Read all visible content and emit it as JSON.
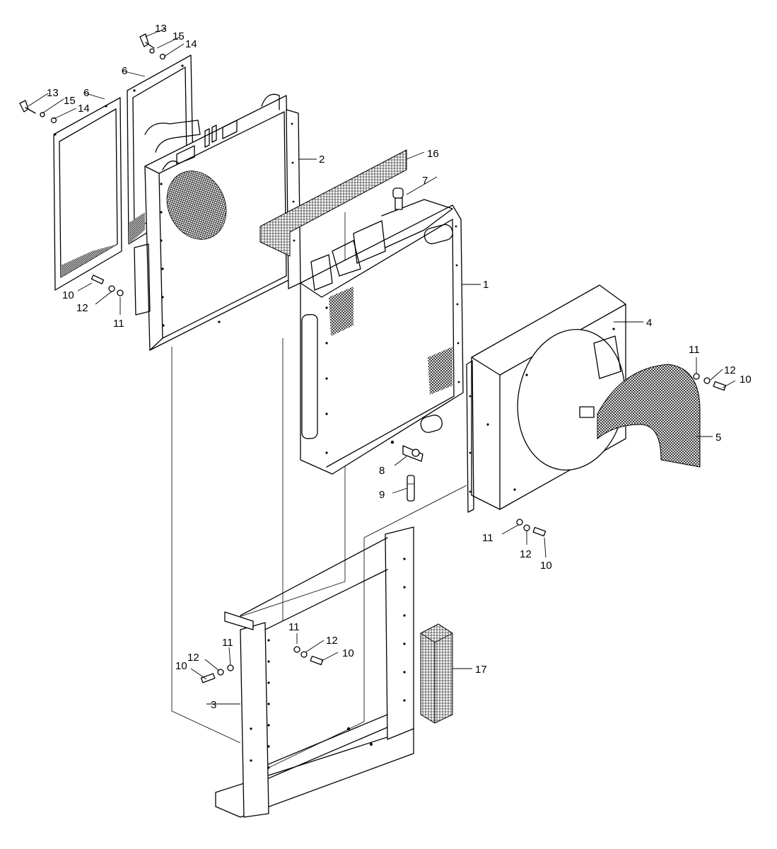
{
  "callouts": {
    "c1": "1",
    "c2": "2",
    "c3": "3",
    "c4": "4",
    "c5": "5",
    "c6a": "6",
    "c6b": "6",
    "c7": "7",
    "c8": "8",
    "c9": "9",
    "c10a": "10",
    "c10b": "10",
    "c10c": "10",
    "c10d": "10",
    "c10e": "10",
    "c11a": "11",
    "c11b": "11",
    "c11c": "11",
    "c11d": "11",
    "c11e": "11",
    "c12a": "12",
    "c12b": "12",
    "c12c": "12",
    "c12d": "12",
    "c12e": "12",
    "c13a": "13",
    "c13b": "13",
    "c14a": "14",
    "c14b": "14",
    "c15a": "15",
    "c15b": "15",
    "c16": "16",
    "c17": "17"
  }
}
